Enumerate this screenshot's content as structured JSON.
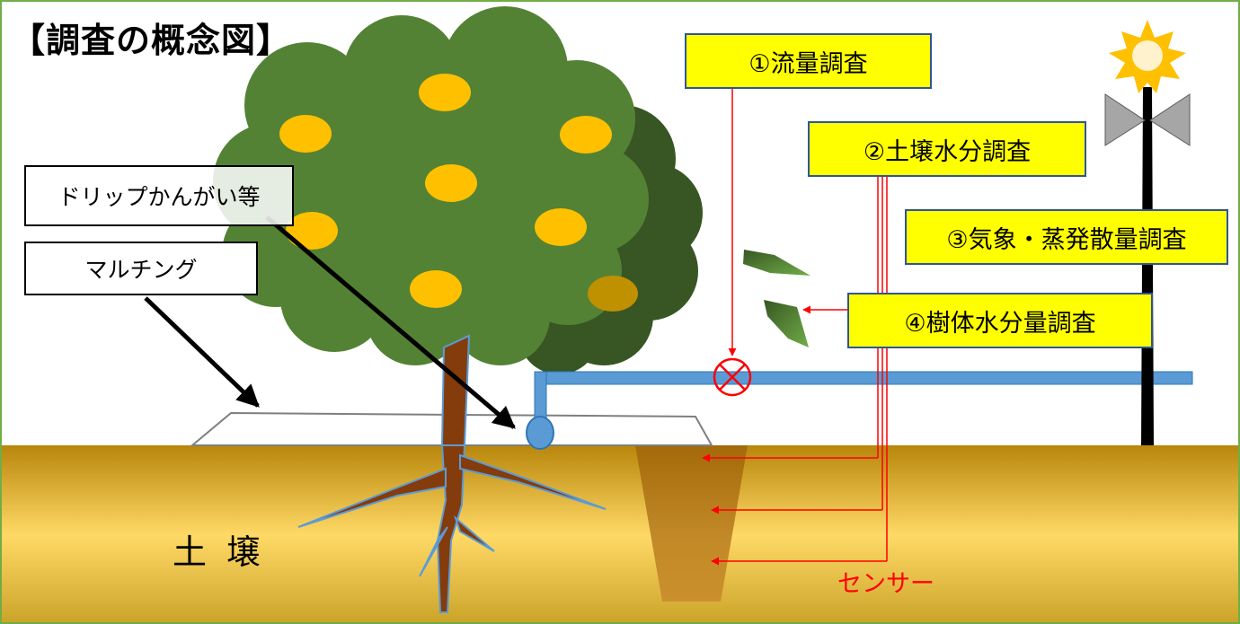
{
  "title": "【調査の概念図】",
  "labels": {
    "flow": "①流量調査",
    "soil_moisture": "②土壌水分調査",
    "weather": "③気象・蒸発散量調査",
    "tree_moisture": "④樹体水分量調査",
    "drip": "ドリップかんがい等",
    "mulching": "マルチング",
    "soil": "土壌",
    "sensor": "センサー"
  },
  "colors": {
    "label_fill": "#ffff00",
    "label_border": "#2f5597",
    "sensor_line": "#ff0000",
    "pipe": "#5b9bd5",
    "canopy": "#548235",
    "canopy_dark": "#375623",
    "fruit": "#ffc000",
    "trunk": "#843c0c",
    "soil_top": "#b8860b",
    "soil_mid": "#ffd966",
    "frame": "#70ad47"
  },
  "icons": [
    "sun-icon",
    "anemometer-icon",
    "flow-meter-icon",
    "leaf-icon"
  ]
}
